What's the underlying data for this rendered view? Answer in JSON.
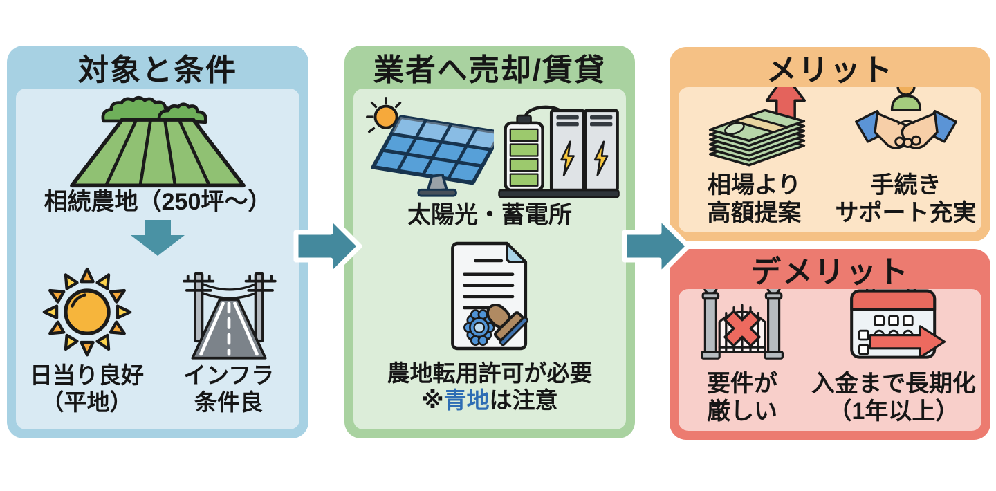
{
  "panels": {
    "conditions": {
      "title": "対象と条件",
      "farmland_label": "相続農地（250坪〜）",
      "sunshine": [
        "日当り良好",
        "（平地）"
      ],
      "infra": [
        "インフラ",
        "条件良"
      ]
    },
    "sale": {
      "title": "業者へ売却/賃貸",
      "solar_label": "太陽光・蓄電所",
      "permit_label": "農地転用許可が必要",
      "note": {
        "prefix": "※",
        "highlight": "青地",
        "suffix": "は注意"
      }
    },
    "merit": {
      "title": "メリット",
      "offer": [
        "相場より",
        "高額提案"
      ],
      "support": [
        "手続き",
        "サポート充実"
      ]
    },
    "demerit": {
      "title": "デメリット",
      "strict": [
        "要件が",
        "厳しい"
      ],
      "payment": [
        "入金まで長期化",
        "（1年以上）"
      ]
    }
  },
  "colors": {
    "panel_blue": "#a7d1e3",
    "panel_blue_body": "#d9eaf3",
    "panel_green": "#a9d2a0",
    "panel_green_body": "#dcedd9",
    "panel_orange": "#f5c185",
    "panel_orange_body": "#fce4c6",
    "panel_red": "#ec7b70",
    "panel_red_body": "#f8cfca",
    "flow_arrow_teal": "#44899d",
    "down_arrow_teal": "#4a92a4",
    "note_highlight_blue": "#2e6db4",
    "text": "#161616",
    "warning_red": "#e4635c",
    "money_green": "#b7d6a9",
    "solar_blue": "#57a0d8",
    "battery_green": "#9cc96d"
  },
  "icons": {
    "conditions": [
      "farmland-field-icon",
      "down-arrow-icon",
      "sun-icon",
      "road-powerline-icon"
    ],
    "sale": [
      "solar-panel-sun-icon",
      "battery-storage-icon",
      "permit-document-stamp-icon"
    ],
    "merit": [
      "money-stack-up-arrow-icon",
      "handshake-agent-icon"
    ],
    "demerit": [
      "closed-gate-x-icon",
      "calendar-long-term-icon"
    ],
    "connectors": [
      "flow-arrow-right-icon",
      "flow-arrow-right-icon"
    ]
  }
}
